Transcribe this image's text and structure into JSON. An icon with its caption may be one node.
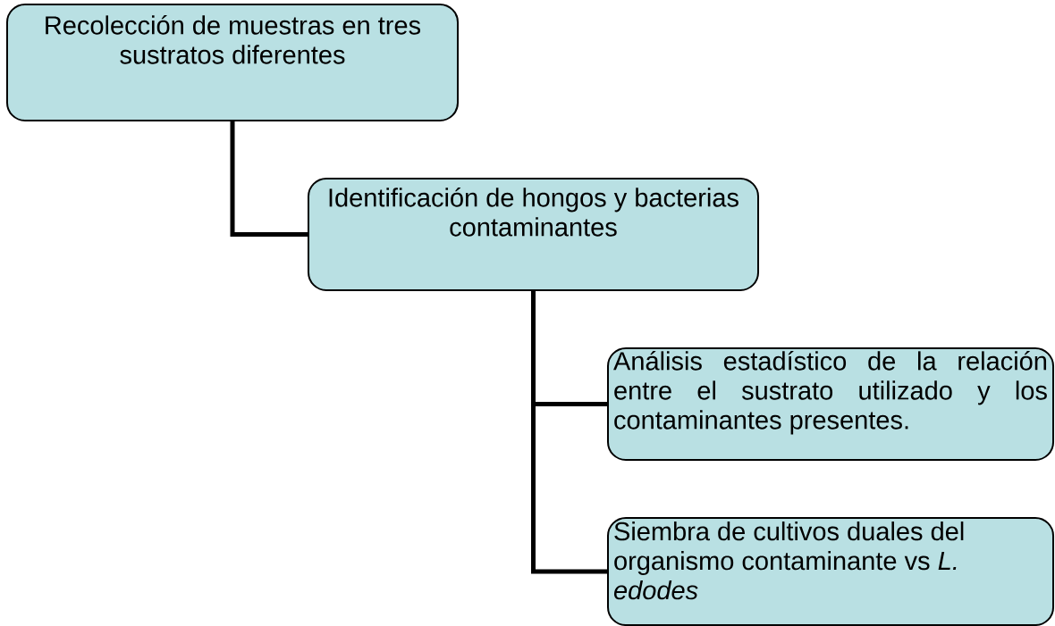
{
  "diagram": {
    "nodes": [
      {
        "text": [
          "Recolección de muestras en tres sustratos diferentes"
        ]
      },
      {
        "text": [
          "Identificación de hongos y bacterias contaminantes"
        ]
      },
      {
        "text": [
          "Análisis estadístico de la relación entre el sustrato utilizado y los contaminantes presentes."
        ]
      },
      {
        "text": [
          "Siembra de cultivos duales del organismo contaminante vs *L. edodes*"
        ]
      }
    ],
    "edges": [
      {
        "from": 0,
        "to": 1,
        "arrow": "none"
      },
      {
        "from": 1,
        "to": 2,
        "arrow": "none"
      },
      {
        "from": 1,
        "to": 3,
        "arrow": "none"
      }
    ]
  }
}
